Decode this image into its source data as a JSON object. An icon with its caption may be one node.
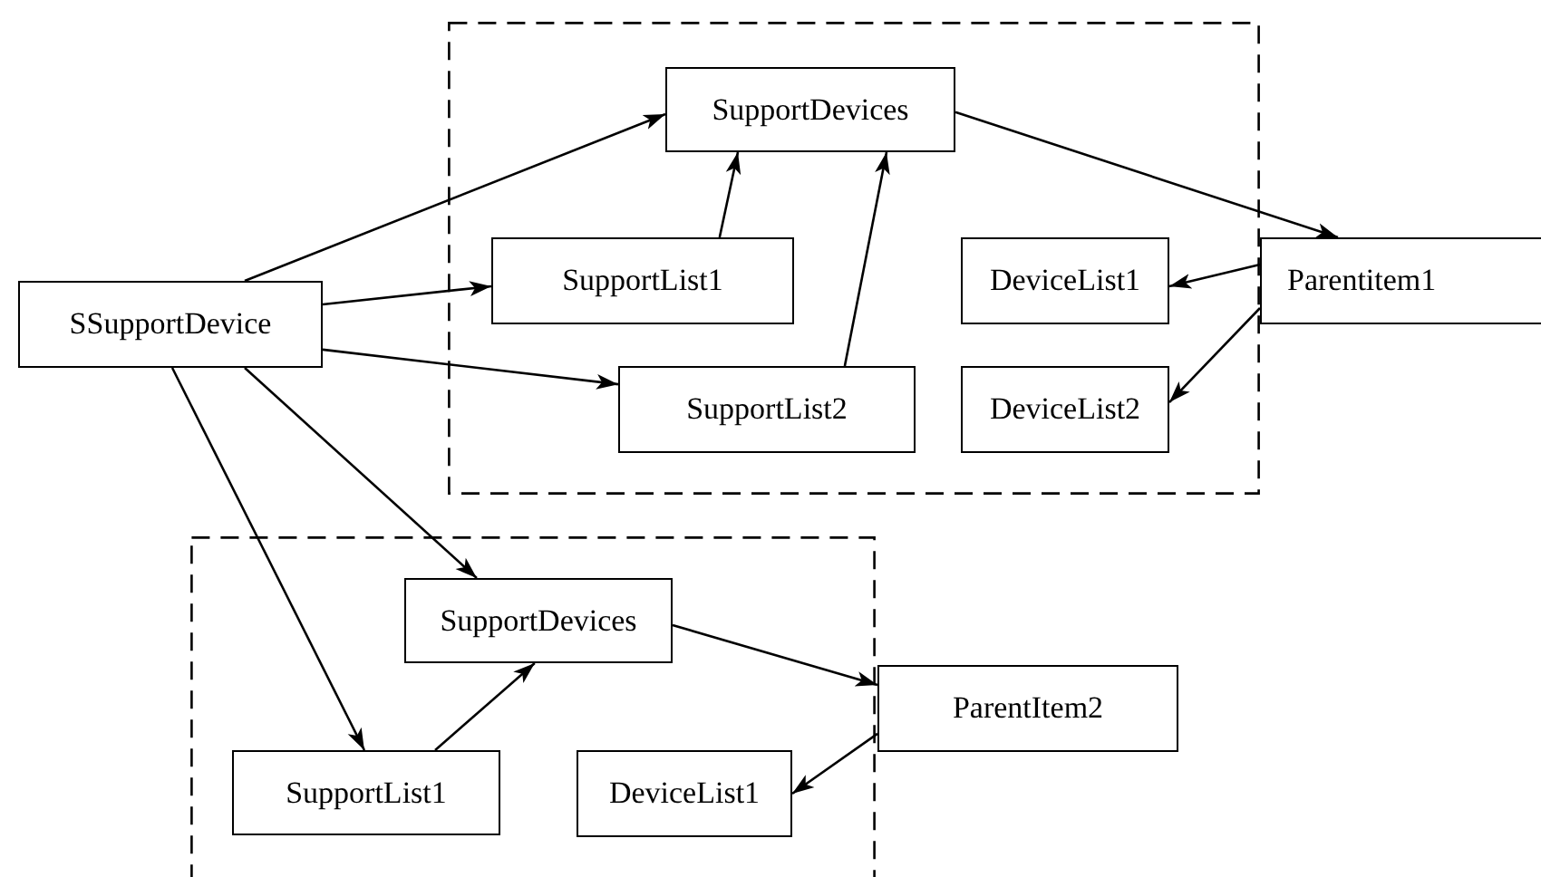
{
  "diagram": {
    "nodes": [
      {
        "text": [
          "SSupportDevice"
        ]
      },
      {
        "text": [],
        "shape": "box"
      },
      {
        "text": [
          "SupportDevices"
        ],
        "in": 1
      },
      {
        "text": [
          "SupportList1"
        ],
        "in": 1
      },
      {
        "text": [
          "SupportList2"
        ],
        "in": 1
      },
      {
        "text": [
          "DeviceList1"
        ],
        "in": 1
      },
      {
        "text": [
          "DeviceList2"
        ],
        "in": 1
      },
      {
        "text": [
          "Parentitem1"
        ]
      },
      {
        "text": [],
        "shape": "box"
      },
      {
        "text": [
          "SupportDevices"
        ],
        "in": 8
      },
      {
        "text": [
          "SupportList1"
        ],
        "in": 8
      },
      {
        "text": [
          "DeviceList1"
        ],
        "in": 8
      },
      {
        "text": [
          "ParentItem2"
        ]
      }
    ],
    "edges": [
      {
        "from": 0,
        "to": 2,
        "arrow": "to"
      },
      {
        "from": 0,
        "to": 3,
        "arrow": "to"
      },
      {
        "from": 0,
        "to": 4,
        "arrow": "to"
      },
      {
        "from": 3,
        "to": 2,
        "arrow": "to"
      },
      {
        "from": 4,
        "to": 2,
        "arrow": "to"
      },
      {
        "from": 2,
        "to": 7,
        "arrow": "to"
      },
      {
        "from": 7,
        "to": 5,
        "arrow": "to"
      },
      {
        "from": 7,
        "to": 6,
        "arrow": "to"
      },
      {
        "from": 0,
        "to": 9,
        "arrow": "to"
      },
      {
        "from": 0,
        "to": 10,
        "arrow": "to"
      },
      {
        "from": 10,
        "to": 9,
        "arrow": "to"
      },
      {
        "from": 9,
        "to": 12,
        "arrow": "to"
      },
      {
        "from": 12,
        "to": 11,
        "arrow": "to"
      }
    ]
  }
}
